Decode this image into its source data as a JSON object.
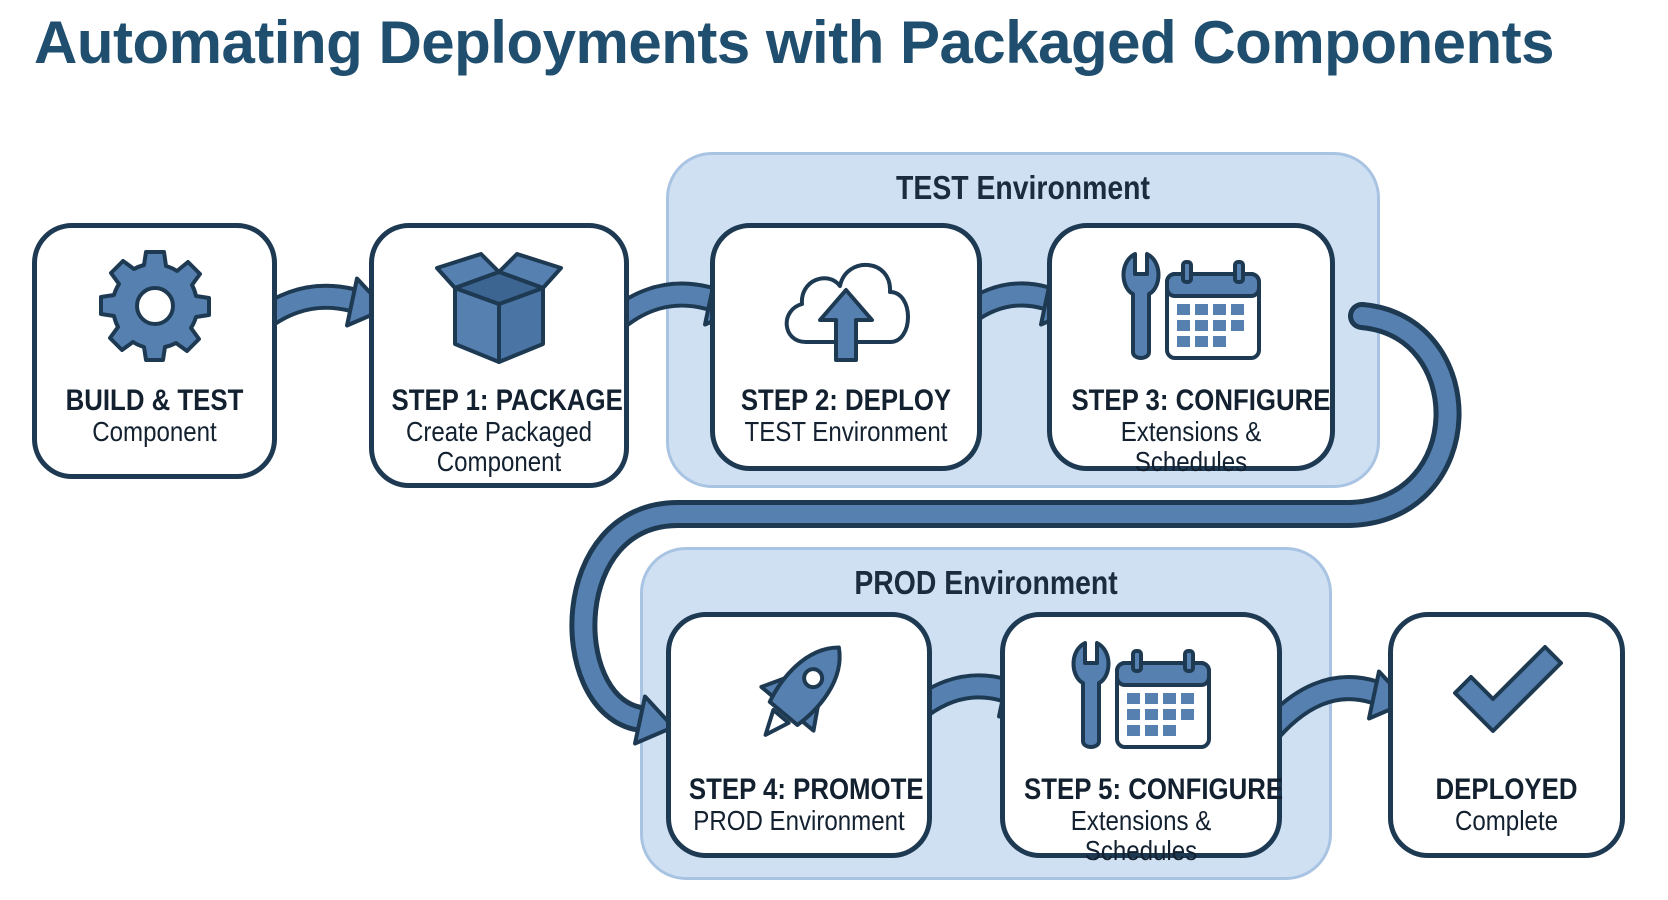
{
  "title": "Automating Deployments with Packaged Components",
  "colors": {
    "title": "#1f4e6f",
    "accent": "#5580b0",
    "box_border": "#1e3a53",
    "env_fill": "#cfe0f3"
  },
  "environments": {
    "test": {
      "label": "TEST Environment"
    },
    "prod": {
      "label": "PROD Environment"
    }
  },
  "steps": {
    "build": {
      "title": "BUILD & TEST",
      "subtitle": "Component",
      "icon": "gear-icon"
    },
    "step1": {
      "title": "STEP 1: PACKAGE",
      "subtitle": "Create Packaged\nComponent",
      "icon": "box-icon"
    },
    "step2": {
      "title": "STEP 2: DEPLOY",
      "subtitle": "TEST Environment",
      "icon": "cloud-upload-icon"
    },
    "step3": {
      "title": "STEP 3: CONFIGURE",
      "subtitle": "Extensions & Schedules",
      "icon": "wrench-calendar-icon"
    },
    "step4": {
      "title": "STEP 4: PROMOTE",
      "subtitle": "PROD Environment",
      "icon": "rocket-icon"
    },
    "step5": {
      "title": "STEP 5: CONFIGURE",
      "subtitle": "Extensions & Schedules",
      "icon": "wrench-calendar-icon"
    },
    "done": {
      "title": "DEPLOYED",
      "subtitle": "Complete",
      "icon": "checkmark-icon"
    }
  }
}
